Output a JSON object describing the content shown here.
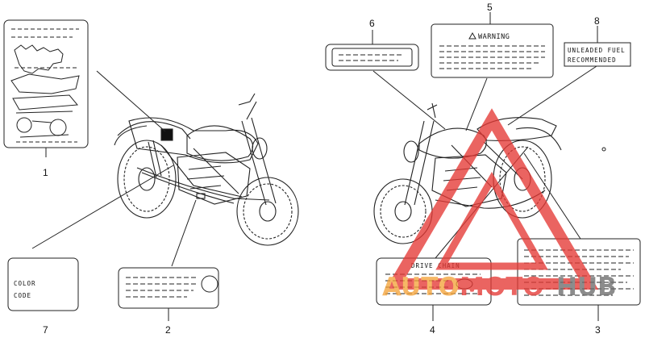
{
  "callouts": {
    "c1": "1",
    "c2": "2",
    "c3": "3",
    "c4": "4",
    "c5": "5",
    "c6": "6",
    "c7": "7",
    "c8": "8"
  },
  "labels": {
    "warning": "WARNING",
    "unleaded_line1": "UNLEADED FUEL",
    "unleaded_line2": "RECOMMENDED",
    "drive_chain": "DRIVE CHAIN",
    "color": "COLOR",
    "code": "CODE"
  },
  "watermark": {
    "auto": "AUTO",
    "moto": "MOTO",
    "hub": "HUB",
    "color_auto": "#f4a43a",
    "color_moto": "#e53935",
    "color_hub": "#6d6d6d",
    "color_triangle": "#e53935"
  }
}
